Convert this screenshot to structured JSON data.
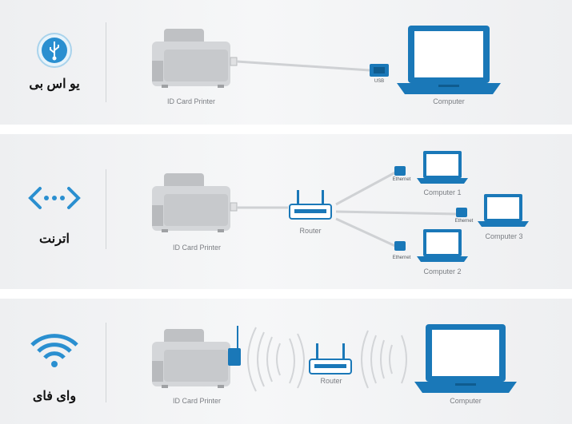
{
  "panels": [
    {
      "label": "یو اس بی",
      "icon": "usb-icon",
      "printer": "ID Card Printer",
      "connector": "USB",
      "computer": "Computer"
    },
    {
      "label": "اترنت",
      "icon": "ethernet-icon",
      "printer": "ID Card Printer",
      "router": "Router",
      "port_label": "Ethernet",
      "computers": [
        "Computer 1",
        "Computer 2",
        "Computer 3"
      ]
    },
    {
      "label": "وای فای",
      "icon": "wifi-icon",
      "printer": "ID Card Printer",
      "router": "Router",
      "computer": "Computer"
    }
  ],
  "colors": {
    "accent": "#1a78b8",
    "cable": "#d0d2d5",
    "printer": "#c9cbce",
    "label_text": "#7a7d82"
  }
}
